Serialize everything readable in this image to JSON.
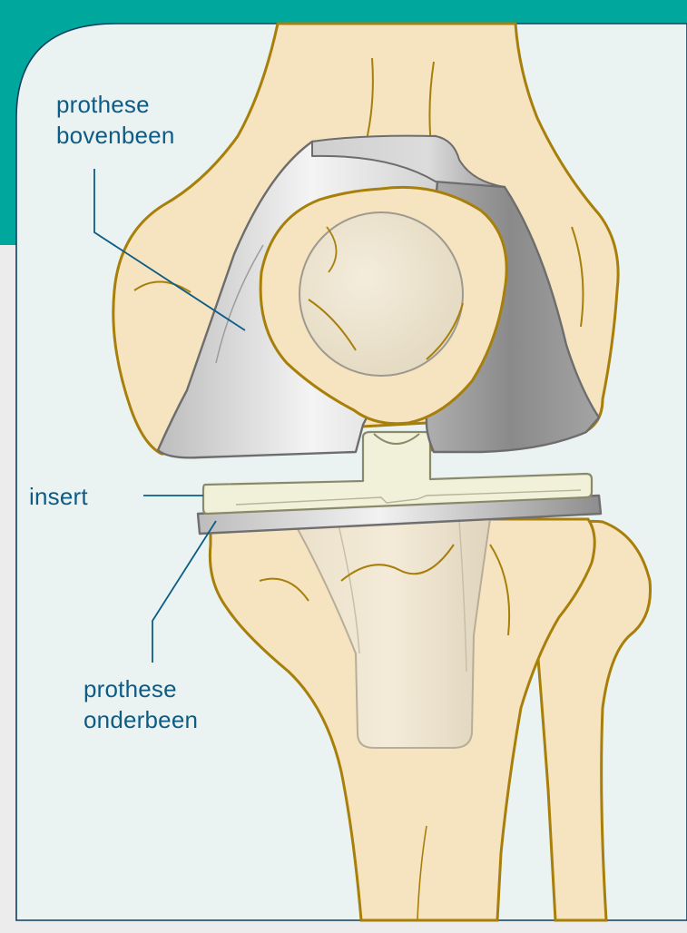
{
  "labels": {
    "femoral": {
      "line1": "prothese",
      "line2": "bovenbeen"
    },
    "insert": {
      "text": "insert"
    },
    "tibial": {
      "line1": "prothese",
      "line2": "onderbeen"
    }
  },
  "colors": {
    "accent_teal": "#00a79d",
    "panel_bg": "#eaf3f2",
    "page_bg": "#ececec",
    "frame": "#0e3e5e",
    "label_text": "#0d5c86",
    "leader": "#0d5c86",
    "bone_fill": "#f6e4c0",
    "bone_outline": "#a77f0a",
    "metal_light": "#e6e6e6",
    "metal_dark": "#8c8c8c",
    "insert_fill": "#f1f0d8"
  }
}
